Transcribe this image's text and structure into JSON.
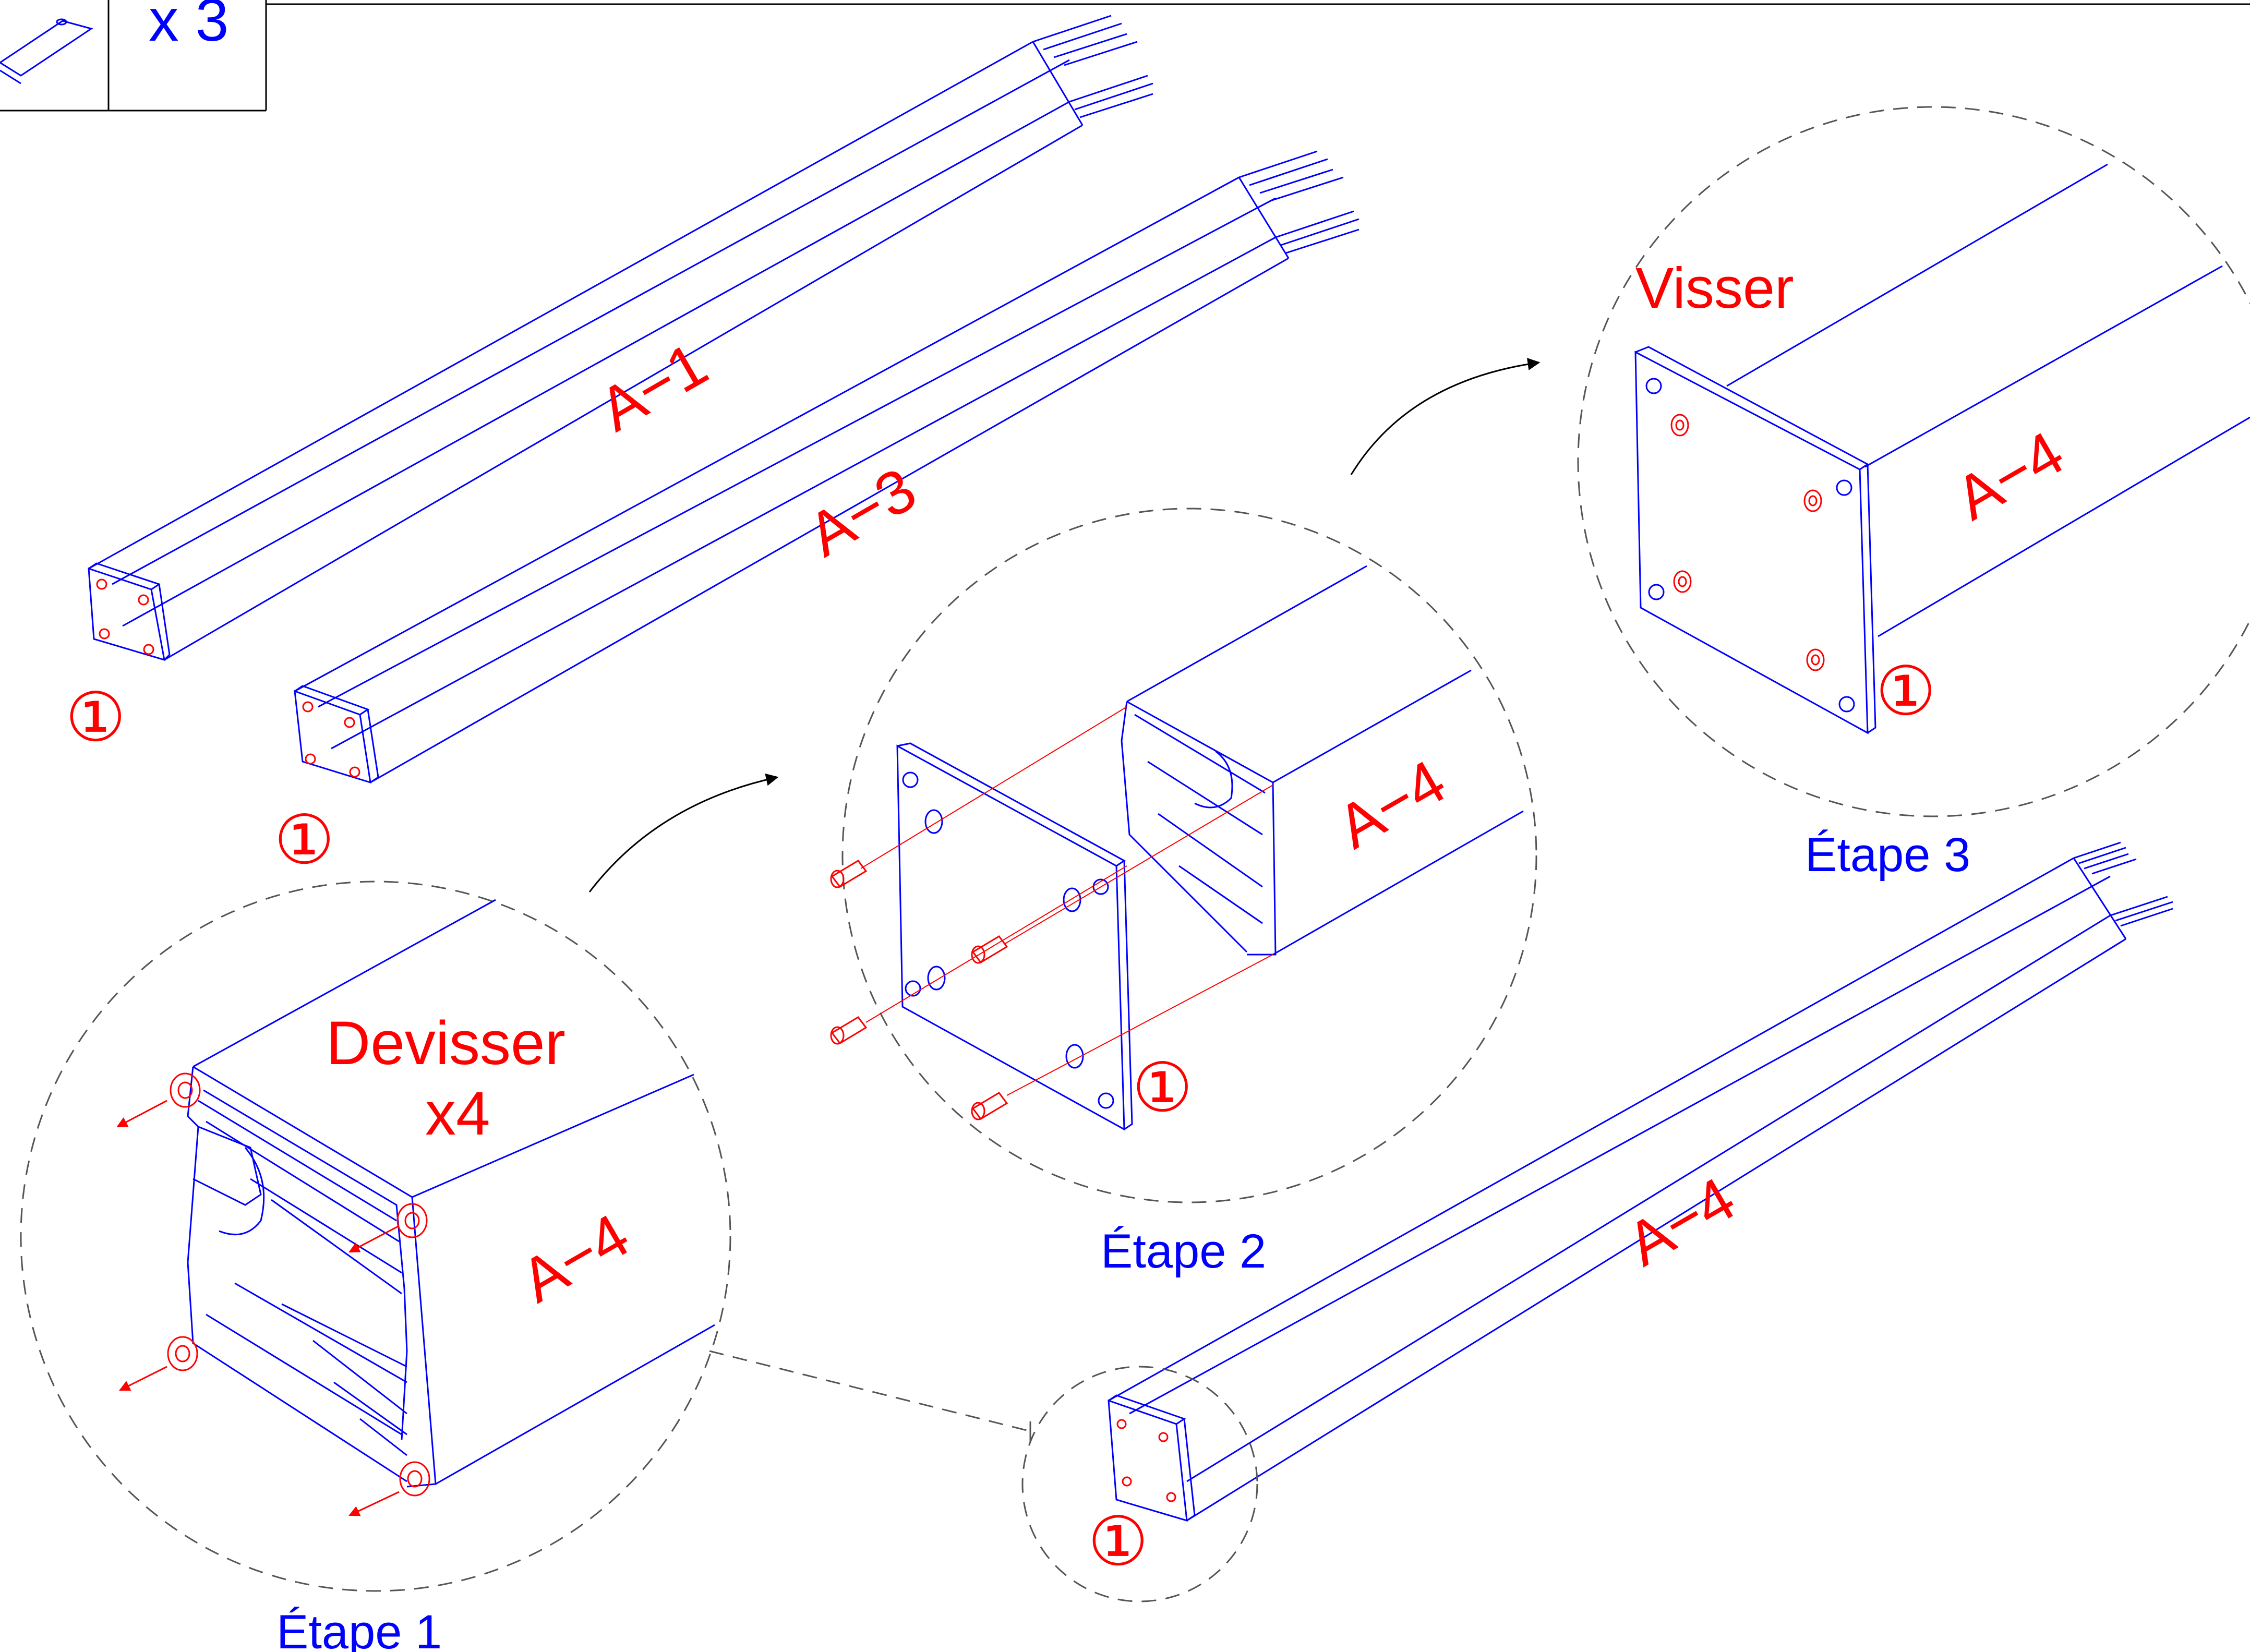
{
  "header": {
    "quantity": "x 3"
  },
  "parts": {
    "a1": "A−1",
    "a3": "A−3",
    "a4_long": "A−4",
    "a4_step1": "A−4",
    "a4_step2": "A−4",
    "a4_step3": "A−4"
  },
  "callouts": {
    "c1": "①",
    "c2": "①",
    "c3": "①",
    "c4": "①",
    "c5": "①"
  },
  "instructions": {
    "unscrew": "Devisser",
    "unscrew_count": "x4",
    "screw": "Visser"
  },
  "steps": {
    "step1": "Étape 1",
    "step2": "Étape 2",
    "step3": "Étape 3"
  },
  "colors": {
    "line": "#0000ff",
    "accent": "#ff0000",
    "guide": "#555555"
  }
}
